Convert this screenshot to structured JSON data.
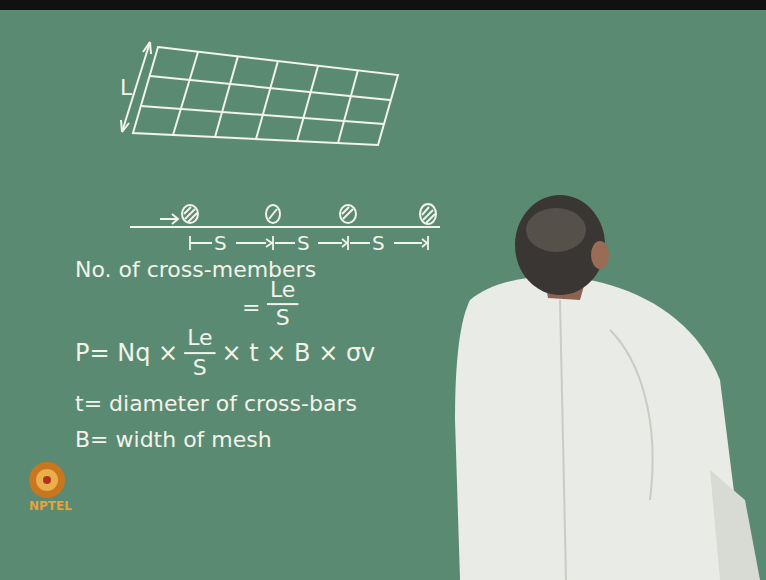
{
  "diagram": {
    "labels": [
      "L",
      "S",
      "S",
      "S",
      "No. of cross-members",
      "=",
      "Le",
      "S",
      "P= Nq ×",
      "Le",
      "S",
      "× t × B × σv",
      "t= diameter of cross-bars",
      "B= width of mesh",
      "NPTEL"
    ]
  }
}
